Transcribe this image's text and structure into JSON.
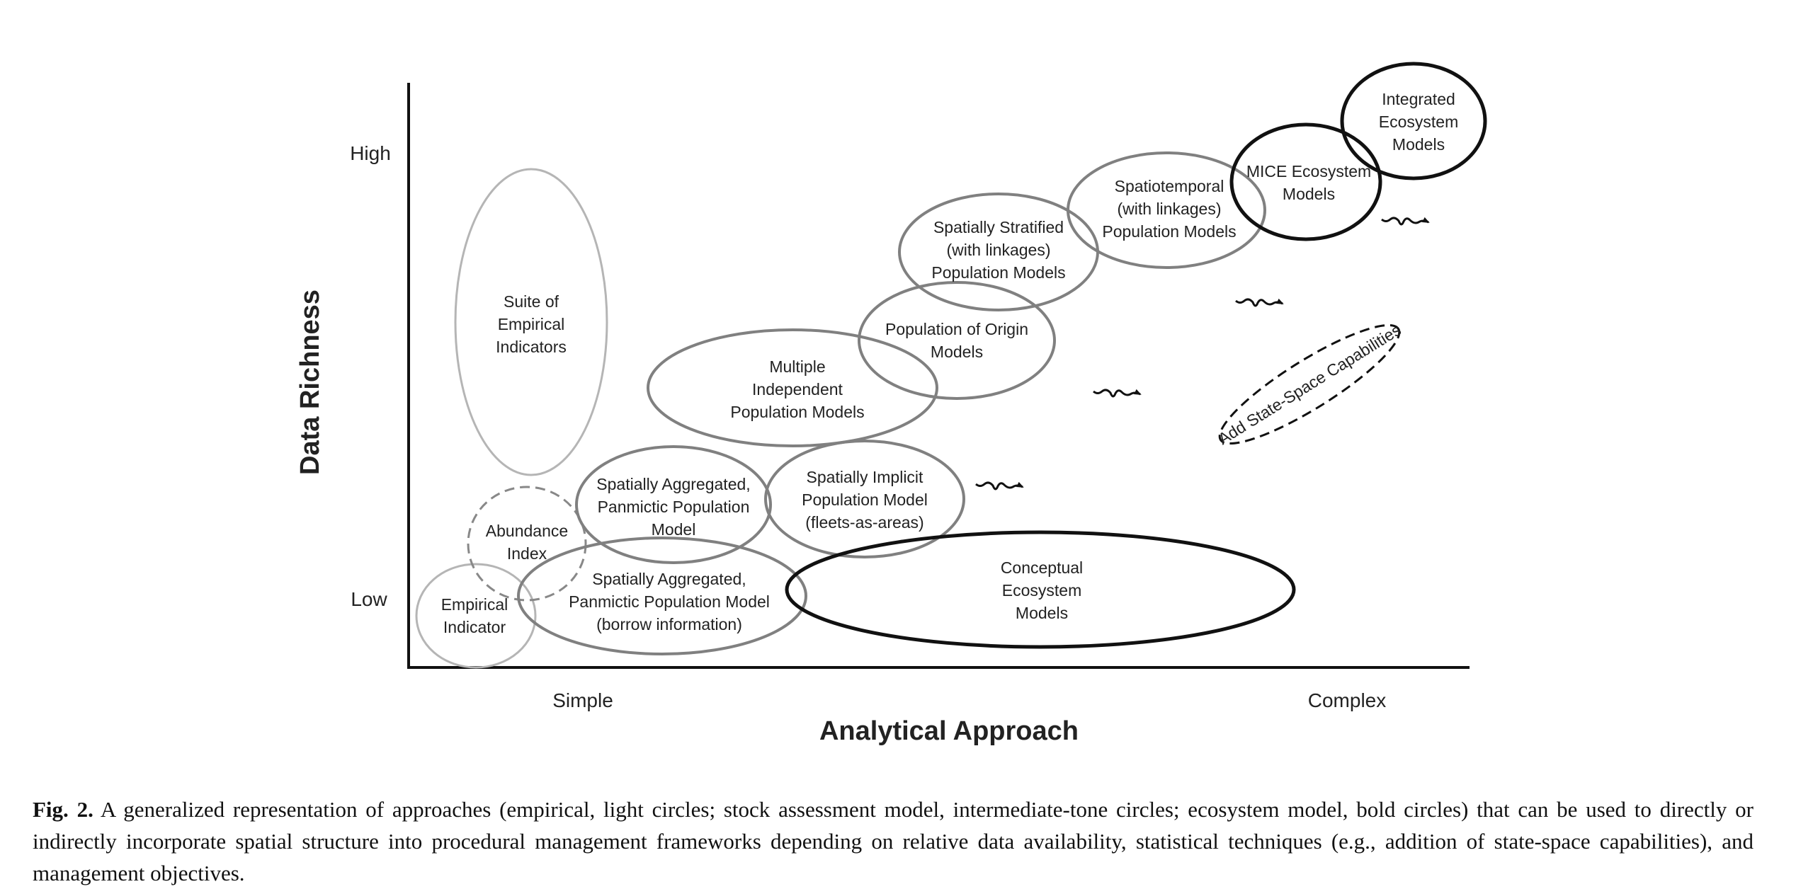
{
  "figure": {
    "y_axis": {
      "title": "Data Richness",
      "high_label": "High",
      "low_label": "Low"
    },
    "x_axis": {
      "title": "Analytical Approach",
      "simple_label": "Simple",
      "complex_label": "Complex"
    },
    "approaches": [
      {
        "id": "empirical-indicator",
        "lines": [
          "Empirical",
          "Indicator"
        ],
        "category": "empirical",
        "style": "light-solid"
      },
      {
        "id": "abundance-index",
        "lines": [
          "Abundance",
          "Index"
        ],
        "category": "empirical",
        "style": "dashed"
      },
      {
        "id": "suite-empirical-indicators",
        "lines": [
          "Suite of",
          "Empirical",
          "Indicators"
        ],
        "category": "empirical",
        "style": "light-solid"
      },
      {
        "id": "spatially-aggregated-borrow",
        "lines": [
          "Spatially Aggregated,",
          "Panmictic Population Model",
          "(borrow information)"
        ],
        "category": "stock-assessment",
        "style": "medium-solid"
      },
      {
        "id": "spatially-aggregated-panmictic",
        "lines": [
          "Spatially Aggregated,",
          "Panmictic Population",
          "Model"
        ],
        "category": "stock-assessment",
        "style": "medium-solid"
      },
      {
        "id": "spatially-implicit",
        "lines": [
          "Spatially Implicit",
          "Population Model",
          "(fleets-as-areas)"
        ],
        "category": "stock-assessment",
        "style": "medium-solid"
      },
      {
        "id": "multiple-independent",
        "lines": [
          "Multiple",
          "Independent",
          "Population Models"
        ],
        "category": "stock-assessment",
        "style": "medium-solid"
      },
      {
        "id": "population-of-origin",
        "lines": [
          "Population of Origin",
          "Models"
        ],
        "category": "stock-assessment",
        "style": "medium-solid"
      },
      {
        "id": "spatially-stratified",
        "lines": [
          "Spatially Stratified",
          "(with linkages)",
          "Population Models"
        ],
        "category": "stock-assessment",
        "style": "medium-solid"
      },
      {
        "id": "spatiotemporal",
        "lines": [
          "Spatiotemporal",
          "(with linkages)",
          "Population Models"
        ],
        "category": "stock-assessment",
        "style": "medium-solid"
      },
      {
        "id": "conceptual-ecosystem",
        "lines": [
          "Conceptual",
          "Ecosystem",
          "Models"
        ],
        "category": "ecosystem",
        "style": "bold-solid"
      },
      {
        "id": "mice-ecosystem",
        "lines": [
          "MICE Ecosystem",
          "Models"
        ],
        "category": "ecosystem",
        "style": "bold-solid"
      },
      {
        "id": "integrated-ecosystem",
        "lines": [
          "Integrated",
          "Ecosystem",
          "Models"
        ],
        "category": "ecosystem",
        "style": "bold-solid"
      }
    ],
    "state_space_label": "Add State-Space Capabilities",
    "colors": {
      "light": "#b5b5b5",
      "medium": "#808080",
      "bold": "#111111",
      "axis": "#111111"
    }
  },
  "caption": {
    "label": "Fig. 2.",
    "text": "A generalized representation of approaches (empirical, light circles; stock assessment model, intermediate-tone circles; ecosystem model, bold circles) that can be used to directly or indirectly incorporate spatial structure into procedural management frameworks depending on relative data availability, statistical techniques (e.g., addition of state-space capabilities), and management objectives."
  }
}
